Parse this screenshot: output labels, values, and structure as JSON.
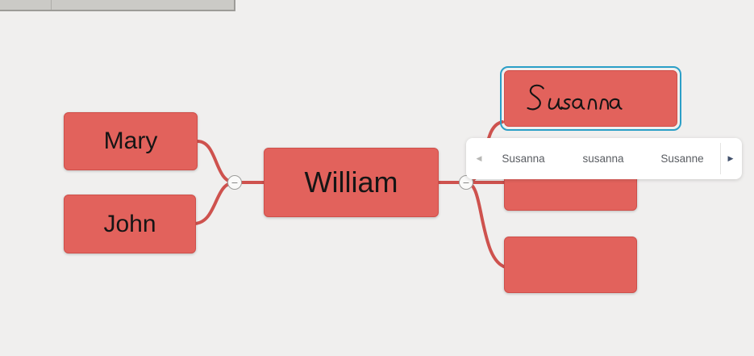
{
  "chrome": {
    "description": "partial-background-window-edge"
  },
  "mindmap": {
    "nodes": {
      "mary": {
        "label": "Mary"
      },
      "john": {
        "label": "John"
      },
      "william": {
        "label": "William"
      },
      "susanna": {
        "label": "Susanna",
        "handwritten": true,
        "selected": true
      },
      "empty_child_top": {
        "label": ""
      },
      "empty_child_bottom": {
        "label": ""
      }
    },
    "collapse_button_symbol": "−",
    "colors": {
      "node_fill": "#e2625c",
      "node_border": "#cf4f4a",
      "connector": "#ce524e",
      "selection": "#2b9fc7",
      "background": "#f0efee"
    }
  },
  "suggestion_bar": {
    "items": [
      "Susanna",
      "susanna",
      "Susanne"
    ],
    "prev_glyph": "◀",
    "next_glyph": "▶"
  }
}
